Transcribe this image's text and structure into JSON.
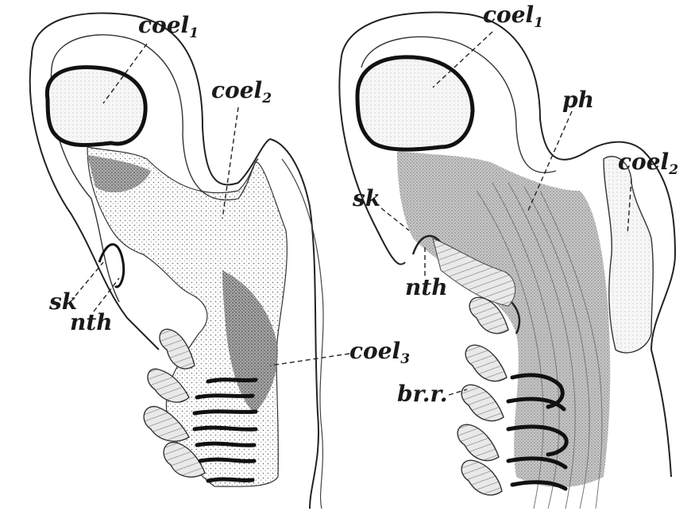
{
  "left_panel": {
    "labels": {
      "coel1": {
        "base": "coel",
        "sub": "1"
      },
      "coel2": {
        "base": "coel",
        "sub": "2"
      },
      "coel3": {
        "base": "coel",
        "sub": "3"
      },
      "sk": "sk",
      "nth": "nth"
    }
  },
  "right_panel": {
    "labels": {
      "coel1": {
        "base": "coel",
        "sub": "1"
      },
      "ph": "ph",
      "coel2": {
        "base": "coel",
        "sub": "2"
      },
      "sk": "sk",
      "nth": "nth",
      "brr": "br.r."
    }
  },
  "style": {
    "ink": "#1a1a1a",
    "stipple": "#555555",
    "background": "#ffffff"
  }
}
